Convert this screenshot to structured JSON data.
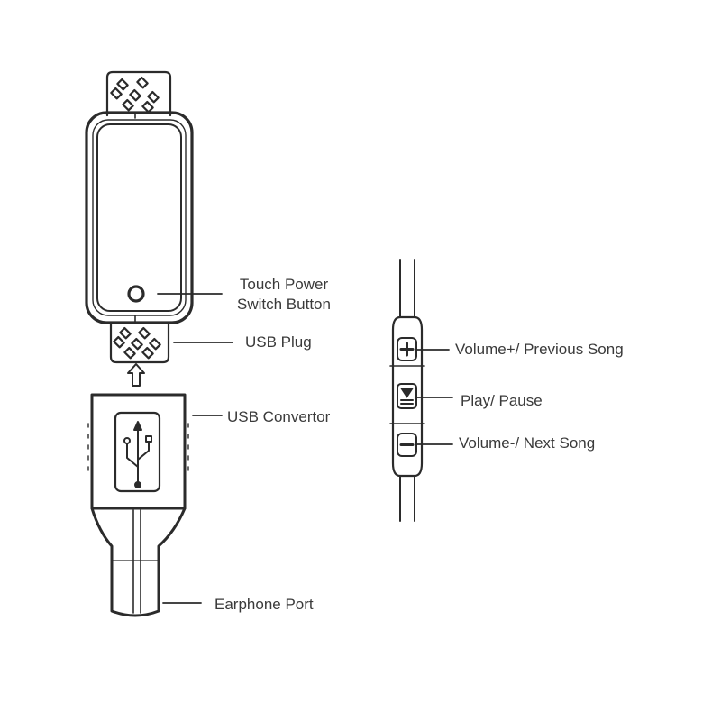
{
  "labels": {
    "touch_power_line1": "Touch Power",
    "touch_power_line2": "Switch Button",
    "usb_plug": "USB Plug",
    "usb_convertor": "USB Convertor",
    "earphone_port": "Earphone Port",
    "volume_plus": "Volume+/ Previous Song",
    "play_pause": "Play/ Pause",
    "volume_minus": "Volume-/ Next Song"
  },
  "colors": {
    "stroke": "#2b2b2b",
    "text": "#3a3a3a",
    "background": "#ffffff"
  },
  "icons": [
    "usb-symbol-icon",
    "plus-icon",
    "play-pause-icon",
    "minus-icon",
    "arrow-up-icon"
  ]
}
